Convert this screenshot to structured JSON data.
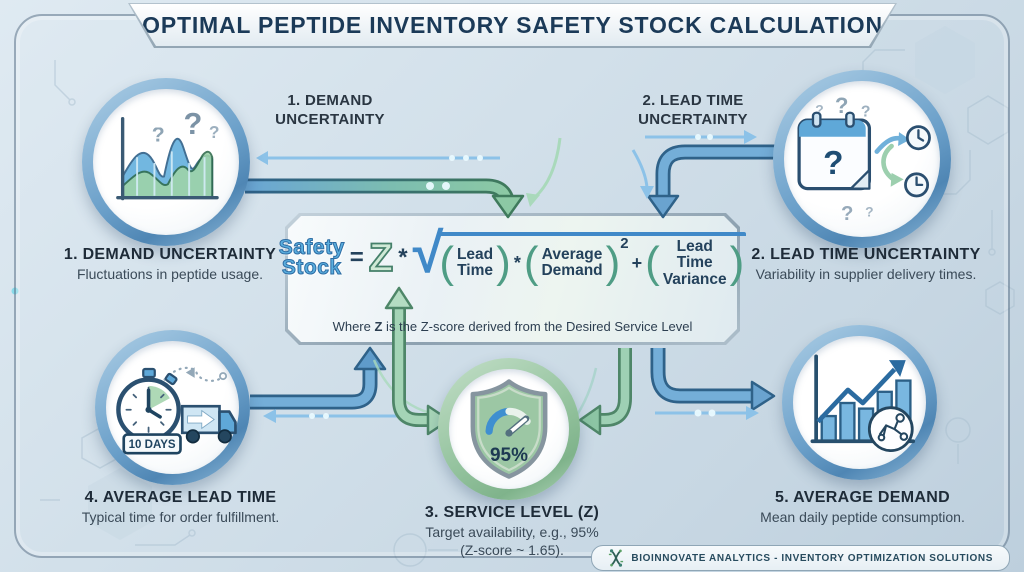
{
  "title": "OPTIMAL PEPTIDE INVENTORY SAFETY STOCK CALCULATION",
  "flow_labels": {
    "demand": {
      "line1": "1. DEMAND",
      "line2": "UNCERTAINTY"
    },
    "lead_time": {
      "line1": "2. LEAD TIME",
      "line2": "UNCERTAINTY"
    }
  },
  "formula": {
    "lhs_line1": "Safety",
    "lhs_line2": "Stock",
    "equals": "=",
    "z": "Z",
    "times1": "*",
    "term1_line1": "Lead",
    "term1_line2": "Time",
    "times2": "*",
    "term2_line1": "Average",
    "term2_line2": "Demand",
    "exponent": "2",
    "plus": "+",
    "term3_line1": "Lead Time",
    "term3_line2": "Variance",
    "note_prefix": "Where ",
    "note_z": "Z",
    "note_rest": " is the Z-score derived from the Desired Service Level"
  },
  "nodes": {
    "demand_uncertainty": {
      "heading": "1. DEMAND UNCERTAINTY",
      "caption": "Fluctuations in peptide usage."
    },
    "lead_time_uncertainty": {
      "heading": "2. LEAD TIME UNCERTAINTY",
      "caption": "Variability in supplier delivery times."
    },
    "service_level": {
      "heading": "3. SERVICE LEVEL (Z)",
      "caption": "Target availability, e.g., 95%",
      "caption2": "(Z-score ~ 1.65).",
      "badge": "95%"
    },
    "average_lead_time": {
      "heading": "4. AVERAGE LEAD TIME",
      "caption": "Typical time for order fulfillment.",
      "badge": "10 DAYS"
    },
    "average_demand": {
      "heading": "5. AVERAGE DEMAND",
      "caption": "Mean daily peptide consumption."
    }
  },
  "icons": {
    "node1": "fluctuating-area-chart-icon",
    "node2": "calendar-question-clocks-icon",
    "node3": "shield-gauge-icon",
    "node4": "stopwatch-truck-icon",
    "node5": "rising-bar-chart-molecule-icon",
    "footer": "bioinnovate-logo-icon"
  },
  "footer": {
    "brand": "BIOINNOVATE ANALYTICS - INVENTORY OPTIMIZATION SOLUTIONS"
  },
  "colors": {
    "accent_blue": "#4a90c8",
    "accent_green": "#8cc6a2",
    "title_navy": "#1b3a58"
  }
}
